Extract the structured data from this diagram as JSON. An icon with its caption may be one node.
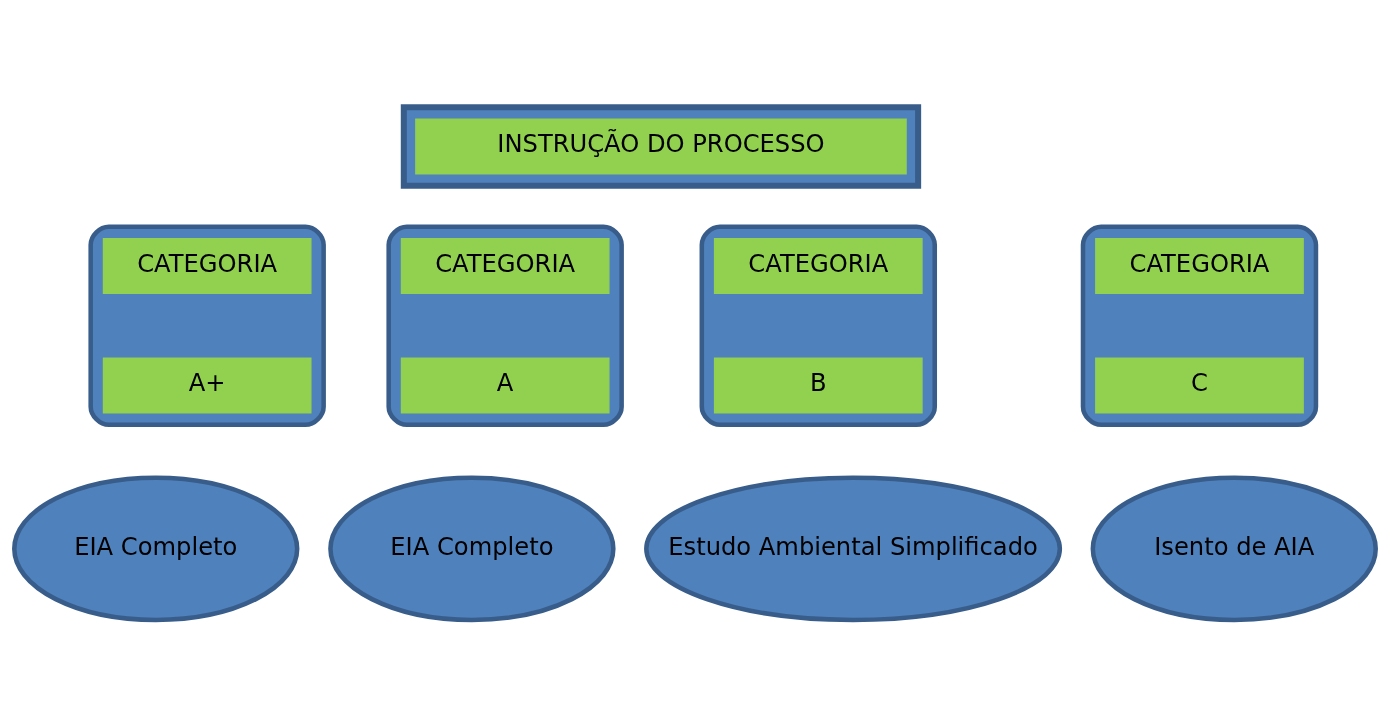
{
  "diagram": {
    "nodes": [
      {
        "text": [],
        "shape": "box"
      },
      {
        "text": [
          "INSTRUÇÃO DO PROCESSO"
        ],
        "in": 0
      },
      {
        "text": [],
        "shape": "ellipse"
      },
      {
        "text": [
          "CATEGORIA"
        ],
        "in": 2
      },
      {
        "text": [
          "A+"
        ],
        "in": 2
      },
      {
        "text": [],
        "shape": "ellipse"
      },
      {
        "text": [
          "CATEGORIA"
        ],
        "in": 5
      },
      {
        "text": [
          "A"
        ],
        "in": 5
      },
      {
        "text": [],
        "shape": "ellipse"
      },
      {
        "text": [
          "CATEGORIA"
        ],
        "in": 8
      },
      {
        "text": [
          "B"
        ],
        "in": 8
      },
      {
        "text": [],
        "shape": "ellipse"
      },
      {
        "text": [
          "CATEGORIA"
        ],
        "in": 11
      },
      {
        "text": [
          "C"
        ],
        "in": 11
      },
      {
        "text": [
          "EIA Completo"
        ]
      },
      {
        "text": [
          "EIA Completo"
        ]
      },
      {
        "text": [
          "Estudo Ambiental Simplificado"
        ]
      },
      {
        "text": [
          "Isento de AIA"
        ]
      }
    ],
    "edges": []
  }
}
